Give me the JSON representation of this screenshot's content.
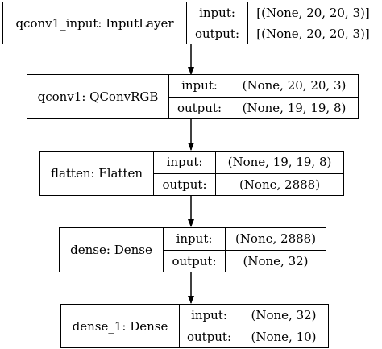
{
  "layers": [
    {
      "name": "qconv1_input: InputLayer",
      "input_label": "input:",
      "output_label": "output:",
      "input": "[(None, 20, 20, 3)]",
      "output": "[(None, 20, 20, 3)]"
    },
    {
      "name": "qconv1: QConvRGB",
      "input_label": "input:",
      "output_label": "output:",
      "input": "(None, 20, 20, 3)",
      "output": "(None, 19, 19, 8)"
    },
    {
      "name": "flatten: Flatten",
      "input_label": "input:",
      "output_label": "output:",
      "input": "(None, 19, 19, 8)",
      "output": "(None, 2888)"
    },
    {
      "name": "dense: Dense",
      "input_label": "input:",
      "output_label": "output:",
      "input": "(None, 2888)",
      "output": "(None, 32)"
    },
    {
      "name": "dense_1: Dense",
      "input_label": "input:",
      "output_label": "output:",
      "input": "(None, 32)",
      "output": "(None, 10)"
    }
  ],
  "colors": {
    "stroke": "#000000",
    "background": "#ffffff"
  }
}
